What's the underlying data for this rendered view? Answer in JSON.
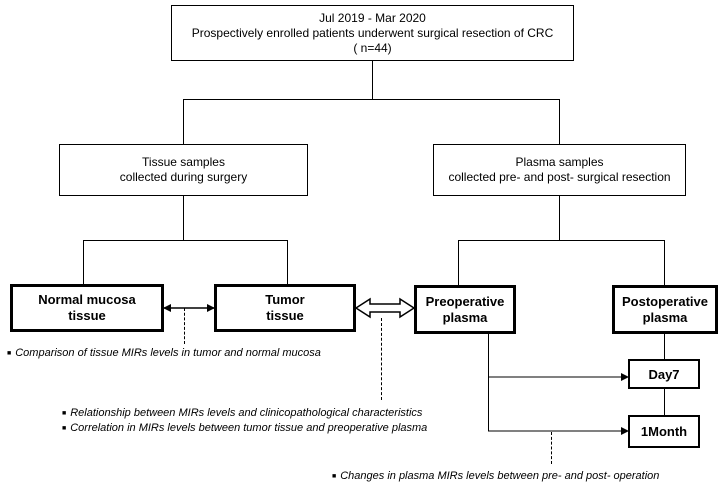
{
  "top": {
    "line1": "Jul 2019 - Mar 2020",
    "line2": "Prospectively enrolled patients underwent surgical resection of CRC",
    "line3": "( n=44)"
  },
  "tissue": {
    "line1": "Tissue samples",
    "line2": "collected during surgery"
  },
  "plasma": {
    "line1": "Plasma samples",
    "line2": "collected pre- and post- surgical resection"
  },
  "normal": {
    "line1": "Normal mucosa",
    "line2": "tissue"
  },
  "tumor": {
    "line1": "Tumor",
    "line2": "tissue"
  },
  "preop": {
    "line1": "Preoperative",
    "line2": "plasma"
  },
  "postop": {
    "line1": "Postoperative",
    "line2": "plasma"
  },
  "day7": "Day7",
  "month1": "1Month",
  "notes": {
    "comparison": "Comparison of tissue MIRs levels in tumor and normal mucosa",
    "relationship": "Relationship between MIRs levels and clinicopathological characteristics",
    "correlation": "Correlation in MIRs levels between tumor tissue and preoperative plasma",
    "changes": "Changes in plasma MIRs levels  between pre- and post- operation"
  }
}
